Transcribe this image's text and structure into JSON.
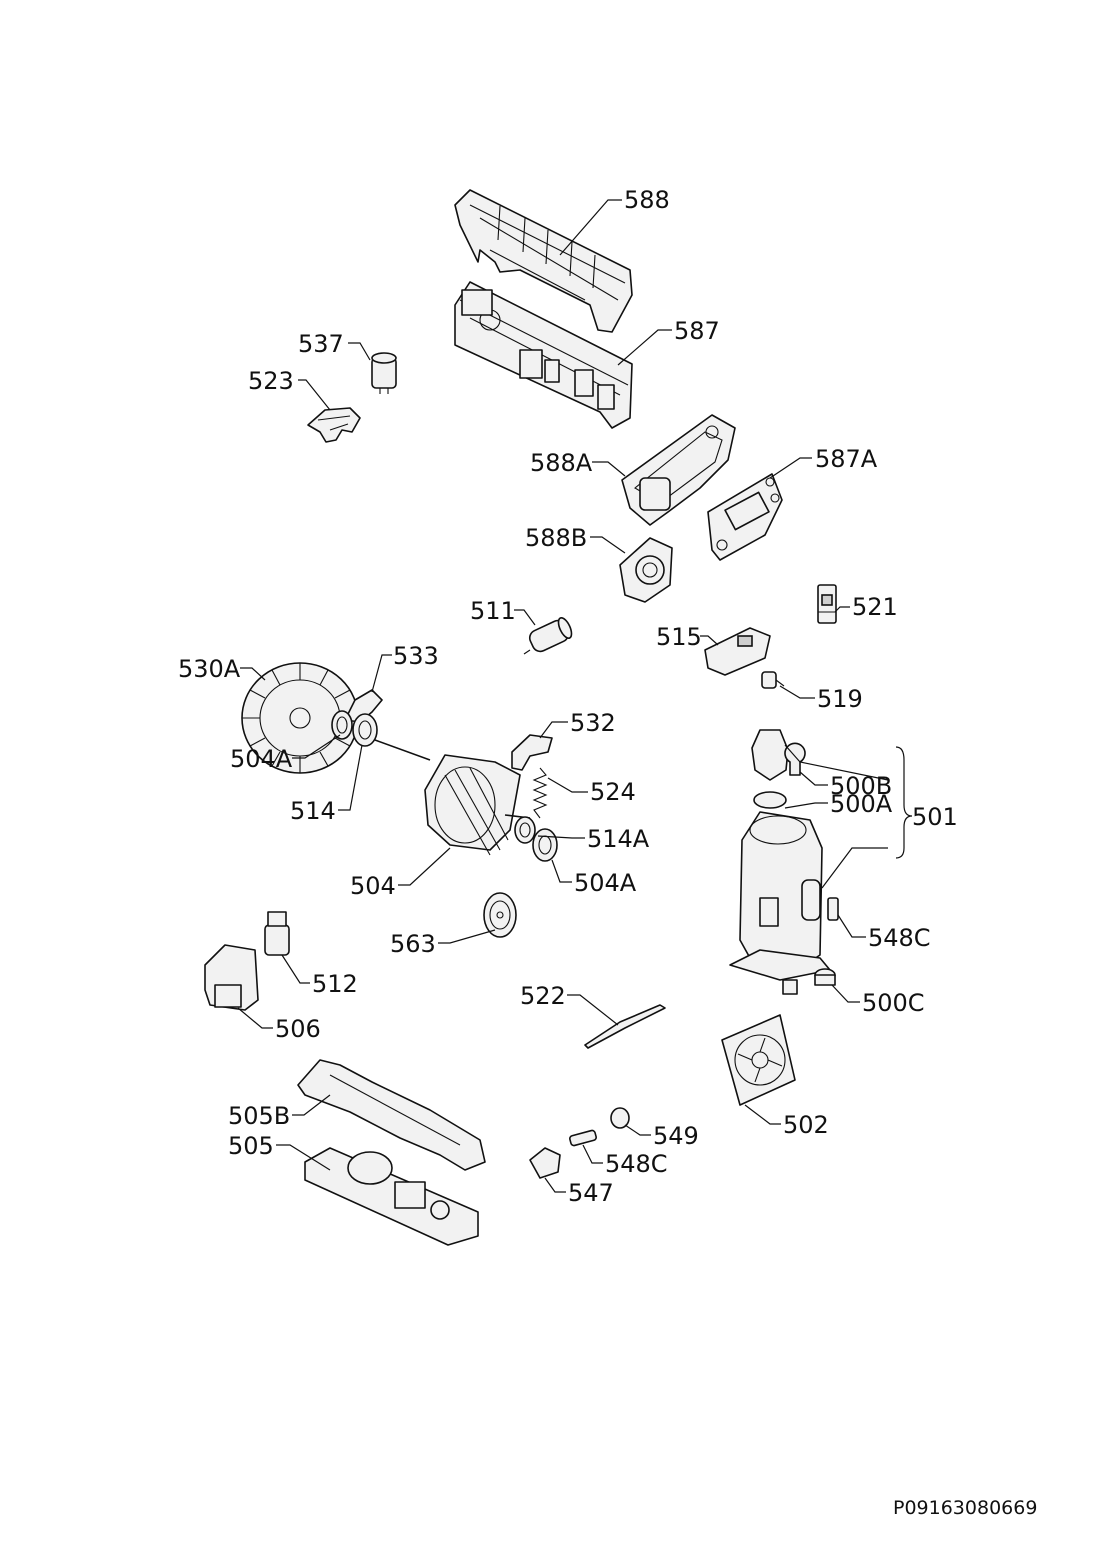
{
  "document_id": "P09163080669",
  "callouts": {
    "c588": "588",
    "c587": "587",
    "c537": "537",
    "c523": "523",
    "c588A": "588A",
    "c587A": "587A",
    "c588B": "588B",
    "c511": "511",
    "c521": "521",
    "c515": "515",
    "c519": "519",
    "c530A": "530A",
    "c533": "533",
    "c532": "532",
    "c504A_left": "504A",
    "c514_left": "514",
    "c524": "524",
    "c514A": "514A",
    "c504A_right": "504A",
    "c504": "504",
    "c563": "563",
    "c500B": "500B",
    "c500A": "500A",
    "c501": "501",
    "c548C_right": "548C",
    "c500C": "500C",
    "c512": "512",
    "c506": "506",
    "c522": "522",
    "c505B": "505B",
    "c505": "505",
    "c549": "549",
    "c548C_bottom": "548C",
    "c547": "547",
    "c502": "502"
  },
  "colors": {
    "line": "#111111",
    "part_fill": "#f2f2f2",
    "background": "#ffffff"
  }
}
